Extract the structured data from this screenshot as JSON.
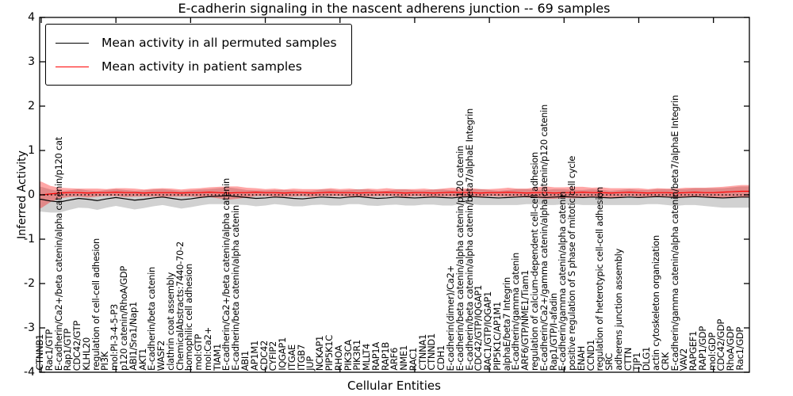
{
  "figure": {
    "title": "E-cadherin signaling in the nascent adherens junction -- 69 samples",
    "xlabel": "Cellular Entities",
    "ylabel": "Inferred Activity"
  },
  "legend": {
    "items": [
      {
        "label": "Mean activity in all permuted samples",
        "color": "#000000"
      },
      {
        "label": "Mean activity in patient samples",
        "color": "#ff0000"
      }
    ]
  },
  "chart_data": {
    "type": "line",
    "title": "E-cadherin signaling in the nascent adherens junction -- 69 samples",
    "xlabel": "Cellular Entities",
    "ylabel": "Inferred Activity",
    "ylim": [
      -4,
      4
    ],
    "yticks": [
      -4,
      -3,
      -2,
      -1,
      0,
      1,
      2,
      3,
      4
    ],
    "xtick_every": 8,
    "grid": false,
    "legend_position": "upper left",
    "zero_line": {
      "y": 0,
      "style": "dotted",
      "color": "#000000"
    },
    "categories": [
      "CTNNB1",
      "Rac1/GTP",
      "E-cadherin/Ca2+/beta catenin/alpha catenin/p120 cat",
      "Rap1/GTP",
      "CDC42/GTP",
      "KLHL20",
      "regulation of cell-cell adhesion",
      "PI3K",
      "mol:PI-3-4-5-P3",
      "p120 catenin/RhoA/GDP",
      "ABI1/Sra1/Nap1",
      "AKT1",
      "E-cadherin/beta catenin",
      "WASF2",
      "clathrin coat assembly",
      "ChemicalAbstracts:7440-70-2",
      "homophilic cell adhesion",
      "mol:GTP",
      "mol:Ca2+",
      "TIAM1",
      "E-cadherin/Ca2+/beta catenin/alpha catenin",
      "E-cadherin/beta catenin/alpha catenin",
      "ABI1",
      "AP1M1",
      "CDC42",
      "CYFIP2",
      "IQGAP1",
      "ITGAE",
      "ITGB7",
      "JUP",
      "NCKAP1",
      "PIP5K1C",
      "RHOA",
      "PIK3CA",
      "PIK3R1",
      "MLLT4",
      "RAP1A",
      "RAP1B",
      "ARF6",
      "NME1",
      "RAC1",
      "CTNNA1",
      "CTNND1",
      "CDH1",
      "E-cadherin(dimer)/Ca2+",
      "E-cadherin/beta catenin/alpha catenin/p120 catenin",
      "E-cadherin/beta catenin/alpha catenin/beta7/alphaE Integrin",
      "CDC42/GTP/IQGAP1",
      "RAC1/GTP/IQGAP1",
      "PIP5K1C/AP1M1",
      "alphaE/beta7 Integrin",
      "E-cadherin/gamma catenin",
      "ARF6/GTP/NME1/Tiam1",
      "regulation of calcium-dependent cell-cell adhesion",
      "E-cadherin/Ca2+/gamma catenin/alpha catenin/p120 catenin",
      "Rap1/GTP/I-afadin",
      "E-cadherin/gamma catenin/alpha catenin",
      "positive regulation of S phase of mitotic cell cycle",
      "ENAH",
      "CCND1",
      "regulation of heterotypic cell-cell adhesion",
      "SRC",
      "adherens junction assembly",
      "CTTN",
      "TJP1",
      "DLG1",
      "actin cytoskeleton organization",
      "CRK",
      "E-cadherin/gamma catenin/alpha catenin/beta7/alphaE Integrin",
      "VAV2",
      "RAPGEF1",
      "RAP1/GDP",
      "mol:GDP",
      "CDC42/GDP",
      "RhoA/GDP",
      "Rac1/GDP"
    ],
    "series": [
      {
        "name": "Mean activity in all permuted samples",
        "color": "#000000",
        "band_color": "rgba(0,0,0,0.18)",
        "values": [
          -0.1,
          -0.14,
          -0.16,
          -0.12,
          -0.08,
          -0.1,
          -0.13,
          -0.09,
          -0.06,
          -0.09,
          -0.12,
          -0.1,
          -0.07,
          -0.05,
          -0.08,
          -0.11,
          -0.09,
          -0.06,
          -0.04,
          -0.03,
          -0.02,
          -0.04,
          -0.06,
          -0.08,
          -0.07,
          -0.05,
          -0.06,
          -0.08,
          -0.09,
          -0.07,
          -0.05,
          -0.06,
          -0.07,
          -0.05,
          -0.04,
          -0.06,
          -0.08,
          -0.07,
          -0.05,
          -0.06,
          -0.07,
          -0.06,
          -0.05,
          -0.06,
          -0.07,
          -0.05,
          -0.04,
          -0.05,
          -0.06,
          -0.07,
          -0.06,
          -0.05,
          -0.04,
          -0.05,
          -0.06,
          -0.05,
          -0.04,
          -0.05,
          -0.06,
          -0.05,
          -0.06,
          -0.07,
          -0.06,
          -0.05,
          -0.06,
          -0.05,
          -0.04,
          -0.05,
          -0.06,
          -0.05,
          -0.04,
          -0.05,
          -0.06,
          -0.07,
          -0.06,
          -0.05
        ],
        "band_halfwidth": [
          0.28,
          0.26,
          0.24,
          0.22,
          0.21,
          0.2,
          0.21,
          0.2,
          0.19,
          0.2,
          0.21,
          0.2,
          0.19,
          0.18,
          0.19,
          0.2,
          0.19,
          0.18,
          0.17,
          0.18,
          0.19,
          0.18,
          0.17,
          0.18,
          0.17,
          0.16,
          0.17,
          0.18,
          0.17,
          0.16,
          0.17,
          0.18,
          0.17,
          0.16,
          0.17,
          0.18,
          0.17,
          0.16,
          0.17,
          0.18,
          0.17,
          0.16,
          0.17,
          0.18,
          0.17,
          0.16,
          0.17,
          0.18,
          0.17,
          0.16,
          0.17,
          0.18,
          0.17,
          0.16,
          0.17,
          0.18,
          0.17,
          0.16,
          0.17,
          0.18,
          0.17,
          0.16,
          0.17,
          0.18,
          0.17,
          0.16,
          0.17,
          0.18,
          0.19,
          0.18,
          0.19,
          0.2,
          0.21,
          0.22,
          0.23,
          0.24
        ]
      },
      {
        "name": "Mean activity in patient samples",
        "color": "#ff0000",
        "band_color": "rgba(255,0,0,0.35)",
        "values": [
          0.0,
          0.02,
          0.04,
          0.05,
          0.05,
          0.04,
          0.05,
          0.05,
          0.06,
          0.05,
          0.05,
          0.04,
          0.05,
          0.05,
          0.05,
          0.04,
          0.05,
          0.05,
          0.06,
          0.05,
          0.04,
          0.05,
          0.05,
          0.06,
          0.05,
          0.05,
          0.04,
          0.05,
          0.05,
          0.04,
          0.05,
          0.06,
          0.05,
          0.05,
          0.04,
          0.05,
          0.05,
          0.06,
          0.05,
          0.04,
          0.05,
          0.05,
          0.04,
          0.05,
          0.06,
          0.05,
          0.05,
          0.04,
          0.05,
          0.05,
          0.06,
          0.05,
          0.04,
          0.05,
          0.05,
          0.04,
          0.05,
          0.05,
          0.06,
          0.05,
          0.05,
          0.04,
          0.05,
          0.06,
          0.05,
          0.04,
          0.05,
          0.05,
          0.04,
          0.05,
          0.06,
          0.05,
          0.05,
          0.06,
          0.07,
          0.08
        ],
        "band_halfwidth": [
          0.3,
          0.18,
          0.12,
          0.1,
          0.09,
          0.1,
          0.09,
          0.08,
          0.09,
          0.1,
          0.09,
          0.08,
          0.09,
          0.1,
          0.09,
          0.08,
          0.09,
          0.1,
          0.11,
          0.13,
          0.15,
          0.14,
          0.11,
          0.09,
          0.08,
          0.09,
          0.08,
          0.09,
          0.08,
          0.09,
          0.08,
          0.09,
          0.08,
          0.09,
          0.08,
          0.09,
          0.08,
          0.09,
          0.08,
          0.09,
          0.08,
          0.09,
          0.08,
          0.09,
          0.1,
          0.09,
          0.1,
          0.09,
          0.08,
          0.09,
          0.1,
          0.09,
          0.1,
          0.12,
          0.14,
          0.13,
          0.12,
          0.13,
          0.12,
          0.11,
          0.12,
          0.11,
          0.1,
          0.09,
          0.1,
          0.09,
          0.1,
          0.09,
          0.1,
          0.11,
          0.1,
          0.11,
          0.12,
          0.12,
          0.13,
          0.14
        ]
      }
    ]
  }
}
